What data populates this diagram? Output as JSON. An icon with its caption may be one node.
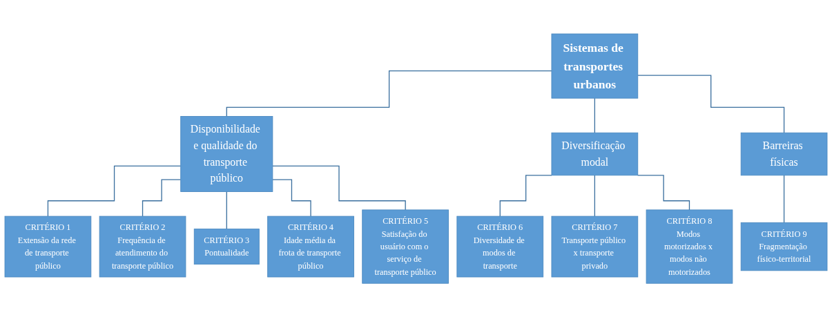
{
  "diagram": {
    "nodes": [
      {
        "text": [
          "Sistemas de transportes urbanos"
        ]
      },
      {
        "text": [
          "Disponibilidade e qualidade do transporte público"
        ]
      },
      {
        "text": [
          "Diversificação modal"
        ]
      },
      {
        "text": [
          "Barreiras físicas"
        ]
      },
      {
        "text": [
          "CRITÉRIO 1",
          "Extensão da rede de transporte público"
        ]
      },
      {
        "text": [
          "CRITÉRIO 2",
          "Frequência de atendimento do transporte público"
        ]
      },
      {
        "text": [
          "CRITÉRIO 3",
          "Pontualidade"
        ]
      },
      {
        "text": [
          "CRITÉRIO 4",
          "Idade média da frota de transporte público"
        ]
      },
      {
        "text": [
          "CRITÉRIO 5",
          "Satisfação do usuário com o serviço de transporte público"
        ]
      },
      {
        "text": [
          "CRITÉRIO 6",
          "Diversidade de modos de transporte"
        ]
      },
      {
        "text": [
          "CRITÉRIO 7",
          "Transporte público x transporte privado"
        ]
      },
      {
        "text": [
          "CRITÉRIO 8",
          "Modos motorizados x modos não motorizados"
        ]
      },
      {
        "text": [
          "CRITÉRIO 9",
          "Fragmentação físico-territorial"
        ]
      }
    ],
    "edges": [
      {
        "from": 0,
        "to": 1,
        "arrow": "none"
      },
      {
        "from": 0,
        "to": 2,
        "arrow": "none"
      },
      {
        "from": 0,
        "to": 3,
        "arrow": "none"
      },
      {
        "from": 1,
        "to": 4,
        "arrow": "none"
      },
      {
        "from": 1,
        "to": 5,
        "arrow": "none"
      },
      {
        "from": 1,
        "to": 6,
        "arrow": "none"
      },
      {
        "from": 1,
        "to": 7,
        "arrow": "none"
      },
      {
        "from": 1,
        "to": 8,
        "arrow": "none"
      },
      {
        "from": 2,
        "to": 9,
        "arrow": "none"
      },
      {
        "from": 2,
        "to": 10,
        "arrow": "none"
      },
      {
        "from": 2,
        "to": 11,
        "arrow": "none"
      },
      {
        "from": 3,
        "to": 12,
        "arrow": "none"
      }
    ]
  }
}
